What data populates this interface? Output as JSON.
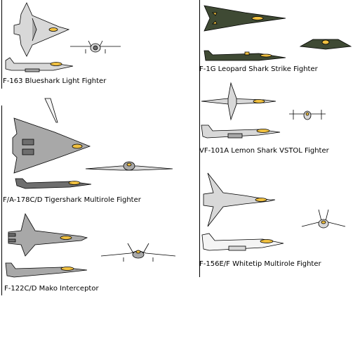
{
  "sheet": {
    "aircraft": [
      {
        "id": "blueshark",
        "caption": "F-163 Blueshark Light Fighter"
      },
      {
        "id": "tigershark",
        "caption": "F/A-178C/D Tigershark Multirole Fighter"
      },
      {
        "id": "mako",
        "caption": "F-122C/D Mako Interceptor"
      },
      {
        "id": "leopard-shark",
        "caption": "F-1G Leopard Shark Strike Fighter"
      },
      {
        "id": "lemon-shark",
        "caption": "VF-101A Lemon Shark VSTOL Fighter"
      },
      {
        "id": "whitetip",
        "caption": "F-156E/F Whitetip Multirole Fighter"
      }
    ]
  },
  "colors": {
    "light_grey": "#d8d8d8",
    "grey": "#a8a8a8",
    "dark_grey": "#6e6e6e",
    "olive_drab": "#3f4a34",
    "yellow": "#f0c040",
    "white": "#f4f4f4"
  }
}
